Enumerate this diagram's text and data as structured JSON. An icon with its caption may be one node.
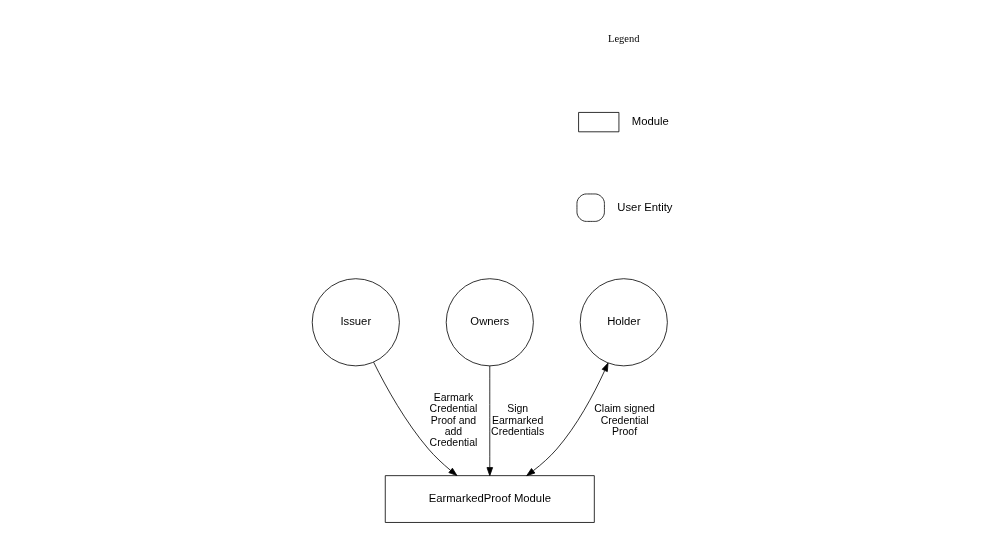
{
  "diagram": {
    "nodes": [
      {
        "text": [
          "Issuer"
        ]
      },
      {
        "text": [
          "Owners"
        ]
      },
      {
        "text": [
          "Holder"
        ]
      },
      {
        "text": [
          "EarmarkedProof Module"
        ]
      }
    ],
    "edges": [
      {
        "from": 0,
        "to": 3,
        "arrow": "to",
        "label": "Earmark Credential Proof and add Credential"
      },
      {
        "from": 1,
        "to": 3,
        "arrow": "to",
        "label": "Sign Earmarked Credentials"
      },
      {
        "from": 2,
        "to": 3,
        "arrow": "both",
        "label": "Claim signed Credential Proof"
      }
    ],
    "labels": [
      "Legend"
    ],
    "legend": [
      {
        "text": "Module"
      },
      {
        "text": "User Entity"
      }
    ]
  }
}
